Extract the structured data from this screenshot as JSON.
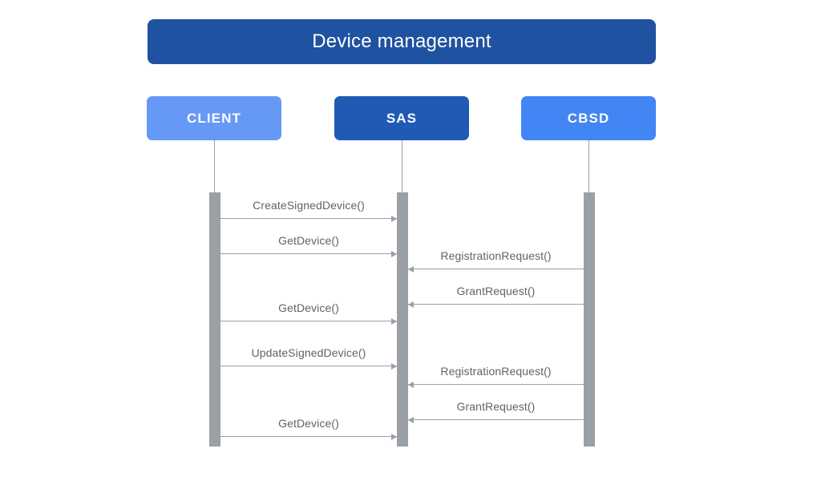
{
  "title": {
    "text": "Device management"
  },
  "colors": {
    "title_banner": "#1f52a0",
    "client_box": "#6699f5",
    "sas_box": "#1f5bb5",
    "cbsd_box": "#4285f4",
    "activation_bar": "#9aa0a6",
    "arrow_line": "#9aa0a6",
    "message_text": "#5f6368",
    "background": "#ffffff"
  },
  "participants": [
    {
      "id": "client",
      "label": "CLIENT"
    },
    {
      "id": "sas",
      "label": "SAS"
    },
    {
      "id": "cbsd",
      "label": "CBSD"
    }
  ],
  "messages": [
    {
      "label": "CreateSignedDevice()",
      "from": "CLIENT",
      "to": "SAS",
      "direction": "right"
    },
    {
      "label": "GetDevice()",
      "from": "CLIENT",
      "to": "SAS",
      "direction": "right"
    },
    {
      "label": "RegistrationRequest()",
      "from": "CBSD",
      "to": "SAS",
      "direction": "left"
    },
    {
      "label": "GrantRequest()",
      "from": "CBSD",
      "to": "SAS",
      "direction": "left"
    },
    {
      "label": "GetDevice()",
      "from": "CLIENT",
      "to": "SAS",
      "direction": "right"
    },
    {
      "label": "UpdateSignedDevice()",
      "from": "CLIENT",
      "to": "SAS",
      "direction": "right"
    },
    {
      "label": "RegistrationRequest()",
      "from": "CBSD",
      "to": "SAS",
      "direction": "left"
    },
    {
      "label": "GrantRequest()",
      "from": "CBSD",
      "to": "SAS",
      "direction": "left"
    },
    {
      "label": "GetDevice()",
      "from": "CLIENT",
      "to": "SAS",
      "direction": "right"
    }
  ]
}
